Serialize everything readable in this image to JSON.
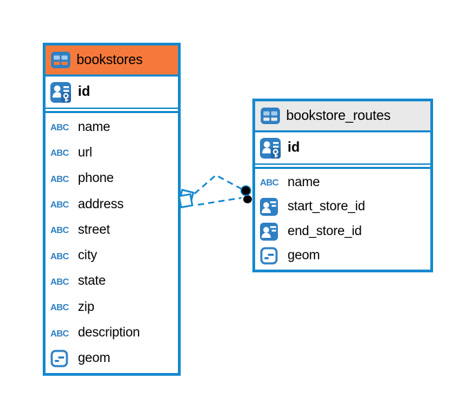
{
  "colors": {
    "accent_blue": "#1589CE",
    "icon_blue": "#2F80C3",
    "header_orange": "#F5793B",
    "header_gray": "#E9E9E9",
    "relation_dot_black": "#000000",
    "text": "#000000"
  },
  "icons": {
    "text_type_glyph": "ABC"
  },
  "tables": {
    "bookstores": {
      "title": "bookstores",
      "primary_key": {
        "label": "id",
        "icon": "primary-key-icon"
      },
      "columns": [
        {
          "label": "name",
          "icon": "text-type-icon"
        },
        {
          "label": "url",
          "icon": "text-type-icon"
        },
        {
          "label": "phone",
          "icon": "text-type-icon"
        },
        {
          "label": "address",
          "icon": "text-type-icon"
        },
        {
          "label": "street",
          "icon": "text-type-icon"
        },
        {
          "label": "city",
          "icon": "text-type-icon"
        },
        {
          "label": "state",
          "icon": "text-type-icon"
        },
        {
          "label": "zip",
          "icon": "text-type-icon"
        },
        {
          "label": "description",
          "icon": "text-type-icon"
        },
        {
          "label": "geom",
          "icon": "geometry-type-icon"
        }
      ]
    },
    "bookstore_routes": {
      "title": "bookstore_routes",
      "primary_key": {
        "label": "id",
        "icon": "primary-key-icon"
      },
      "columns": [
        {
          "label": "name",
          "icon": "text-type-icon"
        },
        {
          "label": "start_store_id",
          "icon": "foreign-key-icon"
        },
        {
          "label": "end_store_id",
          "icon": "foreign-key-icon"
        },
        {
          "label": "geom",
          "icon": "geometry-type-icon"
        }
      ]
    }
  },
  "relation": {
    "from_table": "bookstore_routes",
    "to_table": "bookstores",
    "line_style": "dashed",
    "line_count": 2
  }
}
